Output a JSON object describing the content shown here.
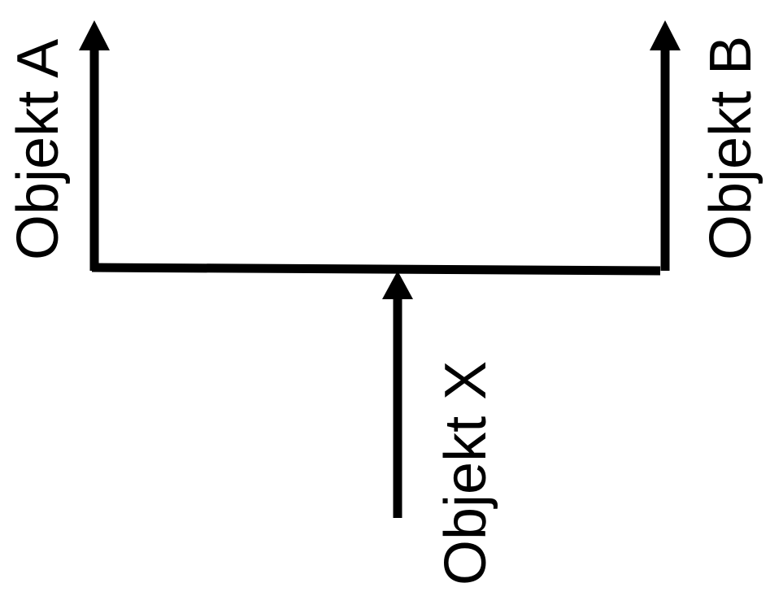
{
  "labels": {
    "object_a": "Objekt A",
    "object_b": "Objekt B",
    "object_x": "Objekt X"
  },
  "colors": {
    "line": "#000000",
    "background": "#ffffff",
    "text": "#000000"
  }
}
